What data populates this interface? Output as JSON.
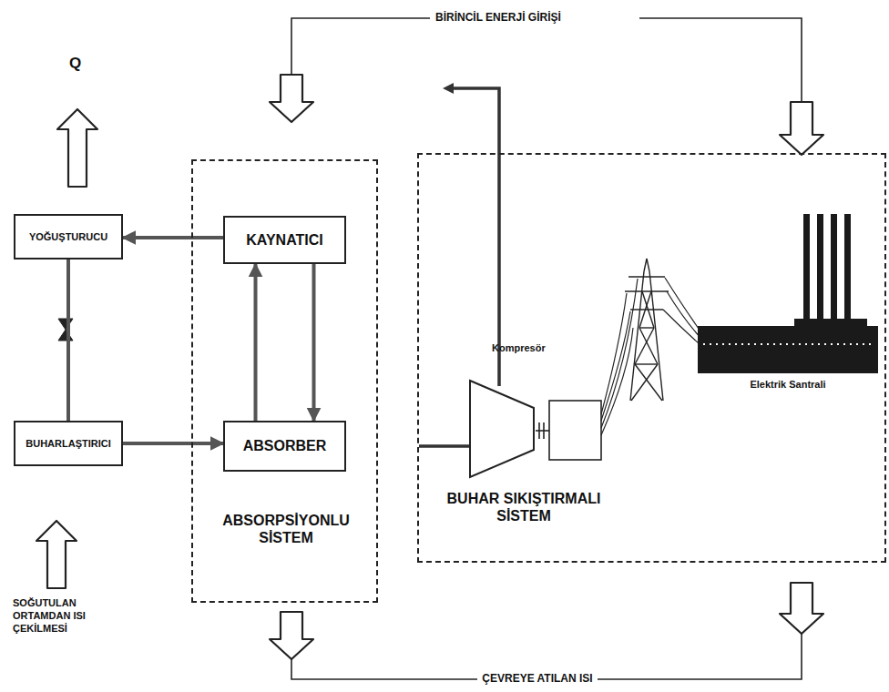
{
  "diagram": {
    "nodes": [
      {
        "text": [
          "ABSORPSİYONLU SİSTEM"
        ]
      },
      {
        "text": [
          "KAYNATICI"
        ],
        "in": 0
      },
      {
        "text": [
          "ABSORBER"
        ],
        "in": 0
      },
      {
        "text": [
          "YOĞUŞTURUCU"
        ]
      },
      {
        "text": [
          "BUHARLAŞTIRICI"
        ]
      },
      {
        "text": [
          "BUHAR SIKIŞTIRMALI SİSTEM"
        ]
      },
      {
        "text": [
          "Kompresör"
        ],
        "in": 5
      },
      {
        "text": [
          "Elektrik Santrali"
        ],
        "in": 5
      }
    ],
    "edges": [
      {
        "from": 1,
        "to": 3,
        "arrow": "to"
      },
      {
        "from": 3,
        "to": 4,
        "arrow": "none"
      },
      {
        "from": 4,
        "to": 2,
        "arrow": "to"
      },
      {
        "from": 2,
        "to": 1,
        "arrow": "to"
      },
      {
        "from": 1,
        "to": 2,
        "arrow": "to"
      }
    ],
    "labels": [
      "BİRİNCİL ENERJİ GİRİŞİ",
      "Q",
      "SOĞUTULAN ORTAMDAN ISI ÇEKİLMESİ",
      "ÇEVREYE ATILAN ISI"
    ]
  }
}
